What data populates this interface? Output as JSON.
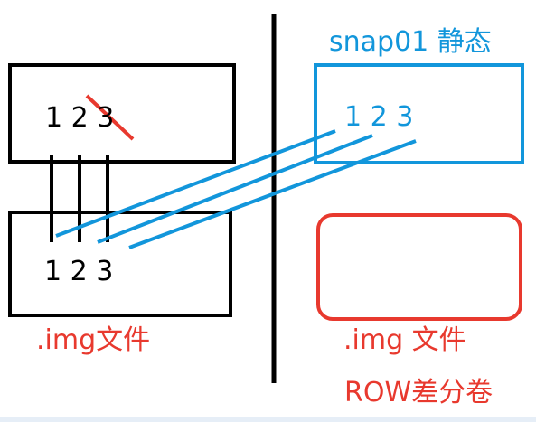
{
  "colors": {
    "black": "#000000",
    "blue": "#1296db",
    "red": "#e8392e",
    "strip": "#e6eef7"
  },
  "left_top_box": {
    "digits": "1 2 3"
  },
  "left_bottom_box": {
    "digits": "1 2 3"
  },
  "left_label": ".img文件",
  "right_top_box": {
    "title": "snap01 静态",
    "digits": "1 2 3"
  },
  "right_label": ".img 文件",
  "right_caption": "ROW差分卷"
}
